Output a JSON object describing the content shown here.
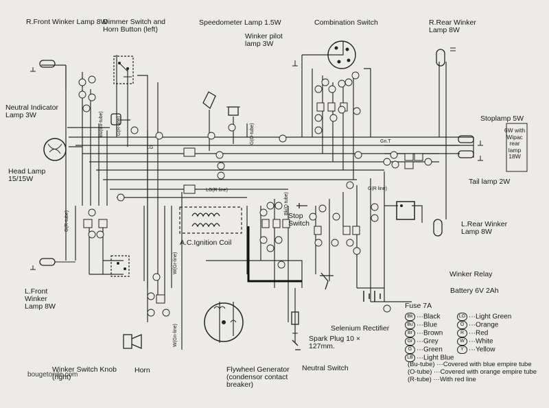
{
  "components": {
    "r_front_winker": "R.Front Winker Lamp 8W",
    "dimmer_switch": "Dimmer Switch and Horn Button (left)",
    "speedometer_lamp": "Speedometer Lamp 1.5W",
    "winker_pilot": "Winker pilot lamp 3W",
    "combination_switch": "Combination Switch",
    "r_rear_winker": "R.Rear Winker Lamp 8W",
    "neutral_indicator": "Neutral Indicator Lamp 3W",
    "stop_lamp": "Stoplamp 5W",
    "head_lamp": "Head Lamp 15/15W",
    "tail_lamp": "Tail lamp 2W",
    "stop_switch": "Stop Switch",
    "ignition_coil": "A.C.Ignition Coil",
    "l_rear_winker": "L.Rear Winker Lamp 8W",
    "l_front_winker": "L.Front Winker Lamp 8W",
    "winker_relay": "Winker Relay",
    "battery": "Battery 6V 2Ah",
    "fuse": "Fuse 7A",
    "selenium_rectifier": "Selenium Rectifier",
    "spark_plug": "Spark Plug 10 × 127mm.",
    "winker_switch_knob": "Winker Switch Knob (right)",
    "horn": "Horn",
    "flywheel_generator": "Flywheel Generator (condensor contact breaker)",
    "neutral_switch": "Neutral Switch"
  },
  "side_note": "6W with Wipac rear lamp 18W",
  "tube_labels": [
    "Bu(Bu-tube)",
    "G(R-line)",
    "LG",
    "G(R-tube)",
    "G(O-tube)",
    "W(Gr-line)",
    "W(Gn-line)",
    "LG(R line)",
    "G(R line)",
    "Bk(O tube)",
    "Gn.T"
  ],
  "legend": {
    "left": [
      {
        "code": "Bk",
        "name": "Black"
      },
      {
        "code": "Bu",
        "name": "Blue"
      },
      {
        "code": "Br",
        "name": "Brown"
      },
      {
        "code": "Gr",
        "name": "Grey"
      },
      {
        "code": "G",
        "name": "Green"
      },
      {
        "code": "LB",
        "name": "Light Blue"
      }
    ],
    "right": [
      {
        "code": "LG",
        "name": "Light Green"
      },
      {
        "code": "O",
        "name": "Orange"
      },
      {
        "code": "R",
        "name": "Red"
      },
      {
        "code": "W",
        "name": "White"
      },
      {
        "code": "Y",
        "name": "Yellow"
      }
    ],
    "tubes": [
      {
        "code": "(Bu-tube)",
        "desc": "Covered with blue empire tube"
      },
      {
        "code": "(O-tube)",
        "desc": "Covered with orange empire tube"
      },
      {
        "code": "(R-tube)",
        "desc": "With red line"
      }
    ]
  },
  "watermark": "bougetonile.com"
}
